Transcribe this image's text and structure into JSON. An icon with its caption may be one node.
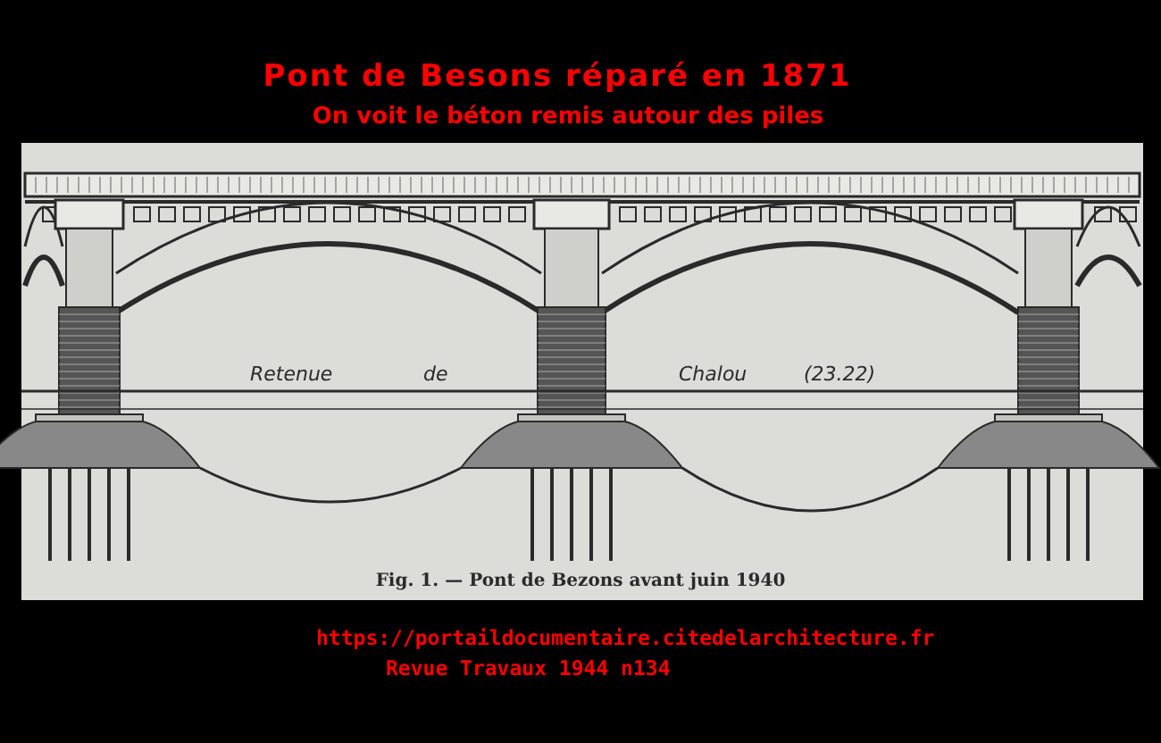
{
  "diagram": {
    "title": "Pont de Besons réparé en 1871",
    "caption": "Fig. 1. — Pont de Bezons avant juin 1940",
    "labels": [
      "On voit le béton remis autour des piles",
      "Retenue",
      "de",
      "Chalou",
      "(23.22)",
      "https://portaildocumentaire.citedelarchitecture.fr",
      "Revue Travaux 1944 n134"
    ]
  }
}
